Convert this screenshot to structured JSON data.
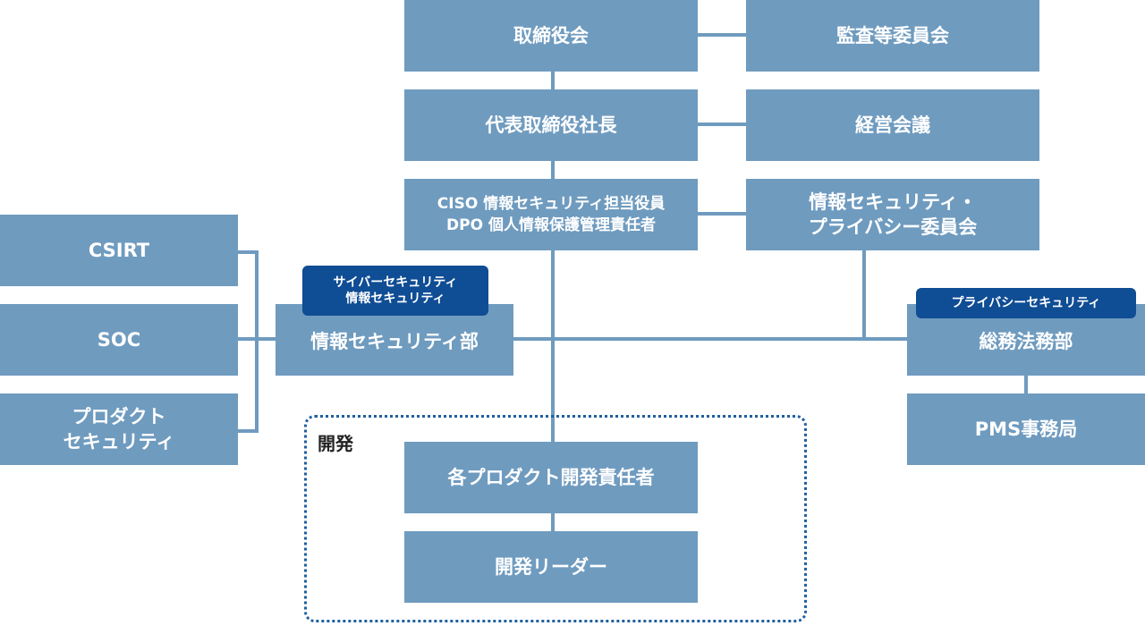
{
  "colors": {
    "box": "#6f9bbf",
    "line": "#6f9bbf",
    "tag": "#0f4d94",
    "group_border": "#1f5f9f"
  },
  "boxes": {
    "board": "取締役会",
    "audit_committee": "監査等委員会",
    "president": "代表取締役社長",
    "management_meeting": "経営会議",
    "ciso_dpo": "CISO 情報セキュリティ担当役員\nDPO 個人情報保護管理責任者",
    "privacy_committee": "情報セキュリティ・\nプライバシー委員会",
    "csirt": "CSIRT",
    "soc": "SOC",
    "product_security": "プロダクト\nセキュリティ",
    "infosec_dept": "情報セキュリティ部",
    "general_legal": "総務法務部",
    "pms_office": "PMS事務局",
    "product_managers": "各プロダクト開発責任者",
    "dev_leaders": "開発リーダー"
  },
  "tags": {
    "infosec": "サイバーセキュリティ\n情報セキュリティ",
    "privacy": "プライバシーセキュリティ"
  },
  "group": {
    "label": "開発"
  }
}
